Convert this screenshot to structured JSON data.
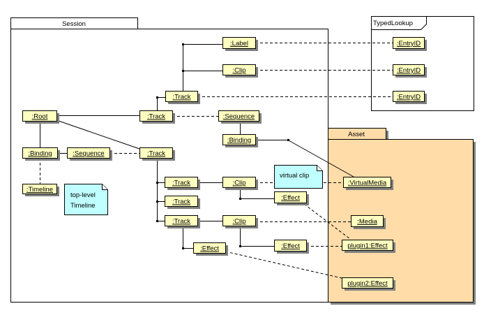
{
  "frames": {
    "session": {
      "label": "Session"
    },
    "typed_lookup": {
      "label": "TypedLookup"
    },
    "asset": {
      "label": "Asset"
    }
  },
  "objects": {
    "label": ":Label",
    "clip_top": ":Clip",
    "track_top": ":Track",
    "entry_id_1": ":EntryID",
    "entry_id_2": ":EntryID",
    "entry_id_3": ":EntryID",
    "root": ":Root",
    "track_mid": ":Track",
    "sequence_right": ":Sequence",
    "binding_right": ":Binding",
    "binding_left": ":Binding",
    "sequence_left": ":Sequence",
    "track_left": ":Track",
    "timeline": ":Timeline",
    "track_a": ":Track",
    "track_b": ":Track",
    "track_c": ":Track",
    "clip_a": ":Clip",
    "clip_c": ":Clip",
    "effect_a": ":Effect",
    "effect_c": ":Effect",
    "effect_track": ":Effect",
    "virtual_media": ":VirtualMedia",
    "media": ":Media",
    "plugin1_effect": "plugin1:Effect",
    "plugin2_effect": "plugin2:Effect"
  },
  "notes": {
    "virtual_clip": "virtual clip",
    "top_level_timeline": [
      "top-level",
      "Timeline"
    ]
  },
  "connections": [
    {
      "from": "root",
      "to": "track_mid",
      "style": "solid"
    },
    {
      "from": "root",
      "to": "track_left",
      "style": "solid"
    },
    {
      "from": "root",
      "to": "binding_left",
      "style": "solid"
    },
    {
      "from": "binding_left",
      "to": "sequence_left",
      "style": "solid"
    },
    {
      "from": "binding_left",
      "to": "timeline",
      "style": "dashed"
    },
    {
      "from": "sequence_left",
      "to": "track_left",
      "style": "dashed"
    },
    {
      "from": "track_mid",
      "to": "track_top",
      "style": "solid"
    },
    {
      "from": "track_mid",
      "to": "sequence_right",
      "style": "dashed"
    },
    {
      "from": "track_top",
      "to": "label",
      "style": "solid"
    },
    {
      "from": "track_top",
      "to": "clip_top",
      "style": "solid"
    },
    {
      "from": "label",
      "to": "entry_id_1",
      "style": "dashed"
    },
    {
      "from": "clip_top",
      "to": "entry_id_2",
      "style": "dashed"
    },
    {
      "from": "track_top",
      "to": "entry_id_3",
      "style": "dashed"
    },
    {
      "from": "sequence_right",
      "to": "binding_right",
      "style": "solid"
    },
    {
      "from": "binding_right",
      "to": "virtual_media",
      "style": "solid"
    },
    {
      "from": "track_left",
      "to": "track_a",
      "style": "solid"
    },
    {
      "from": "track_left",
      "to": "track_b",
      "style": "solid"
    },
    {
      "from": "track_left",
      "to": "track_c",
      "style": "solid"
    },
    {
      "from": "track_a",
      "to": "clip_a",
      "style": "solid"
    },
    {
      "from": "track_c",
      "to": "clip_c",
      "style": "solid"
    },
    {
      "from": "clip_a",
      "to": "effect_a",
      "style": "solid"
    },
    {
      "from": "clip_c",
      "to": "effect_c",
      "style": "solid"
    },
    {
      "from": "track_c",
      "to": "effect_track",
      "style": "solid"
    },
    {
      "from": "clip_a",
      "to": "virtual_media",
      "style": "dashed"
    },
    {
      "from": "clip_c",
      "to": "media",
      "style": "dashed"
    },
    {
      "from": "effect_a",
      "to": "plugin1_effect",
      "style": "dashed"
    },
    {
      "from": "effect_c",
      "to": "plugin1_effect",
      "style": "dashed"
    },
    {
      "from": "effect_track",
      "to": "plugin2_effect",
      "style": "dashed"
    }
  ],
  "colors": {
    "object_fill": "#FFFFC0",
    "note_fill": "#C0FFFF",
    "asset_fill": "#FFDCA8",
    "shadow": "#808080",
    "line": "#000000"
  }
}
